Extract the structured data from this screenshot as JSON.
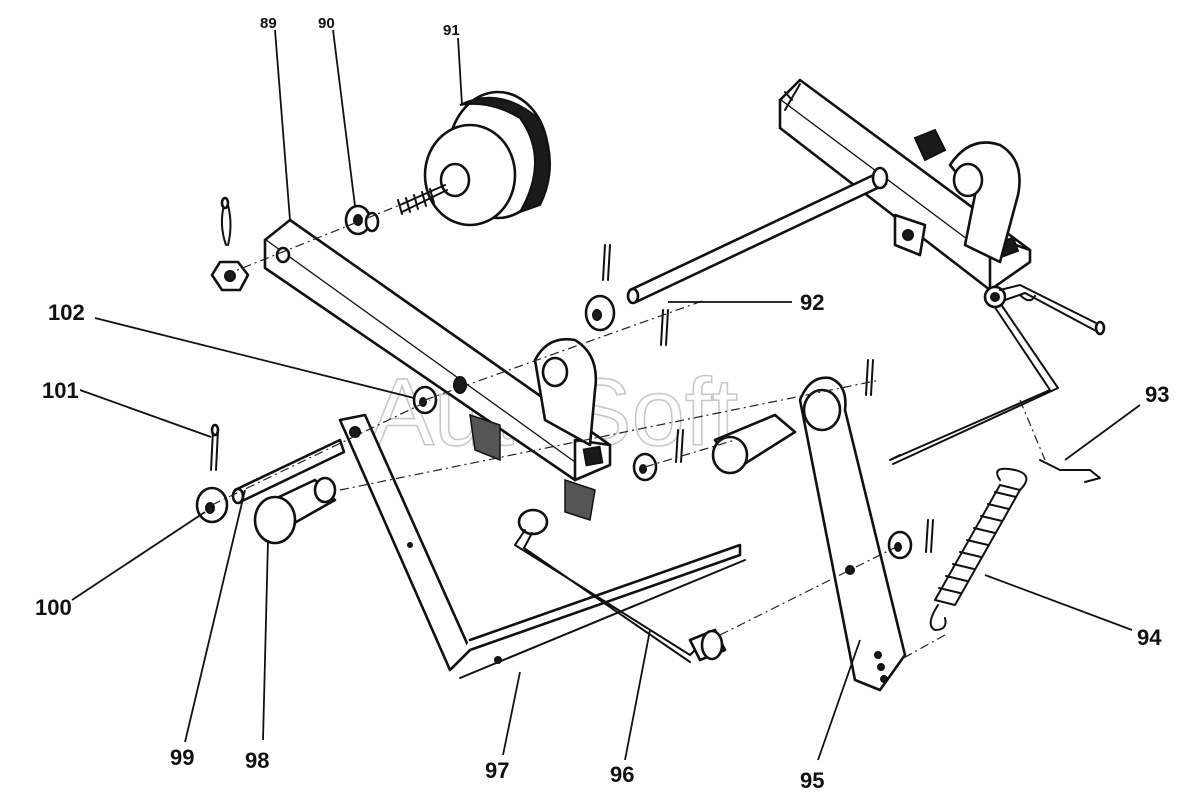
{
  "watermark": "AutoSoft",
  "callouts": [
    {
      "id": "p89",
      "text": "89"
    },
    {
      "id": "p90",
      "text": "90"
    },
    {
      "id": "p91",
      "text": "91"
    },
    {
      "id": "p92",
      "text": "92"
    },
    {
      "id": "p93",
      "text": "93"
    },
    {
      "id": "p94",
      "text": "94"
    },
    {
      "id": "p95",
      "text": "95"
    },
    {
      "id": "p96",
      "text": "96"
    },
    {
      "id": "p97",
      "text": "97"
    },
    {
      "id": "p98",
      "text": "98"
    },
    {
      "id": "p99",
      "text": "99"
    },
    {
      "id": "p100",
      "text": "100"
    },
    {
      "id": "p101",
      "text": "101"
    },
    {
      "id": "p102",
      "text": "102"
    }
  ]
}
